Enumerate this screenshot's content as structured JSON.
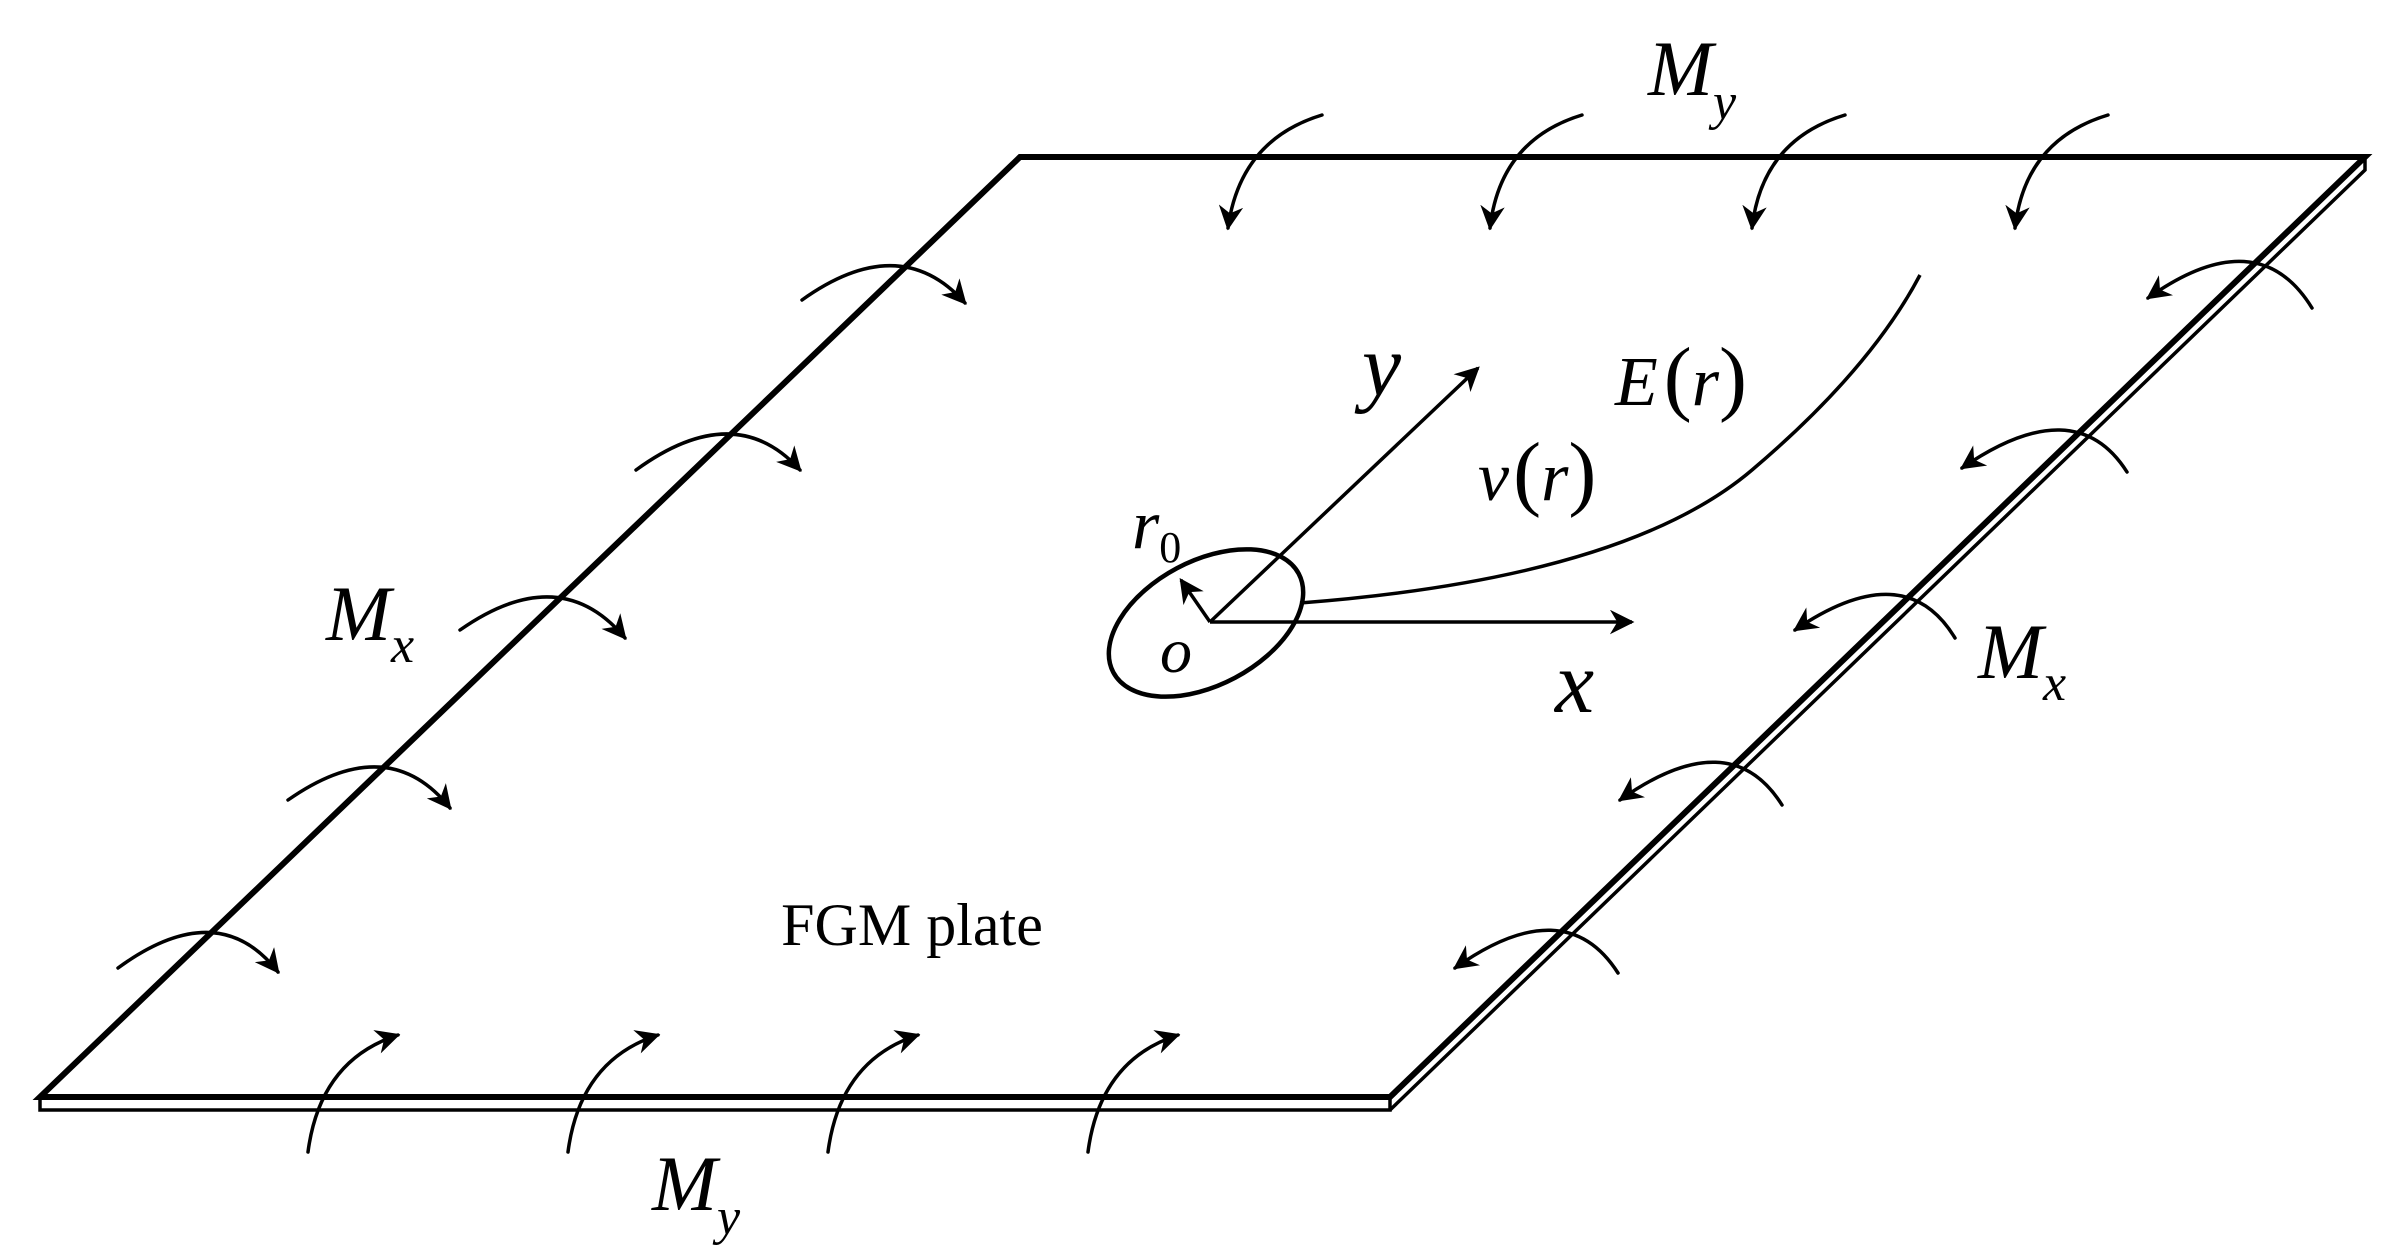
{
  "labels": {
    "plate": "FGM plate",
    "moment_x": "M",
    "moment_x_sub": "x",
    "moment_y": "M",
    "moment_y_sub": "y",
    "axis_x": "x",
    "axis_y": "y",
    "origin": "o",
    "radius": "r",
    "radius_sub": "0",
    "modulus_fn": "E",
    "poisson_fn": "ν",
    "fn_arg": "r"
  },
  "icons": {
    "moment": "curved-arrow-icon",
    "axis": "straight-arrow-icon"
  },
  "colors": {
    "ink": "#000000",
    "background": "#ffffff"
  }
}
